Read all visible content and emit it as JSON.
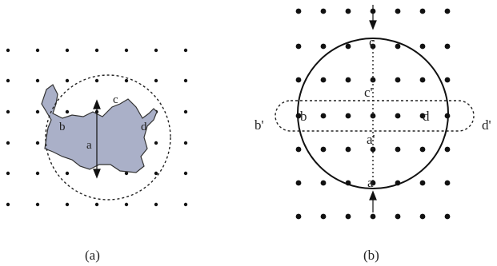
{
  "figure": {
    "panel_a": {
      "caption": "(a)",
      "labels": {
        "a": "a",
        "b": "b",
        "c": "c",
        "d": "d"
      }
    },
    "panel_b": {
      "caption": "(b)",
      "labels": {
        "a": "a",
        "a_prime": "a'",
        "b": "b",
        "b_prime": "b'",
        "c": "c",
        "c_prime": "c'",
        "d": "d",
        "d_prime": "d'"
      }
    },
    "colors": {
      "shape_fill": "#aab0c8",
      "ink": "#111111",
      "dot": "#111111"
    }
  }
}
